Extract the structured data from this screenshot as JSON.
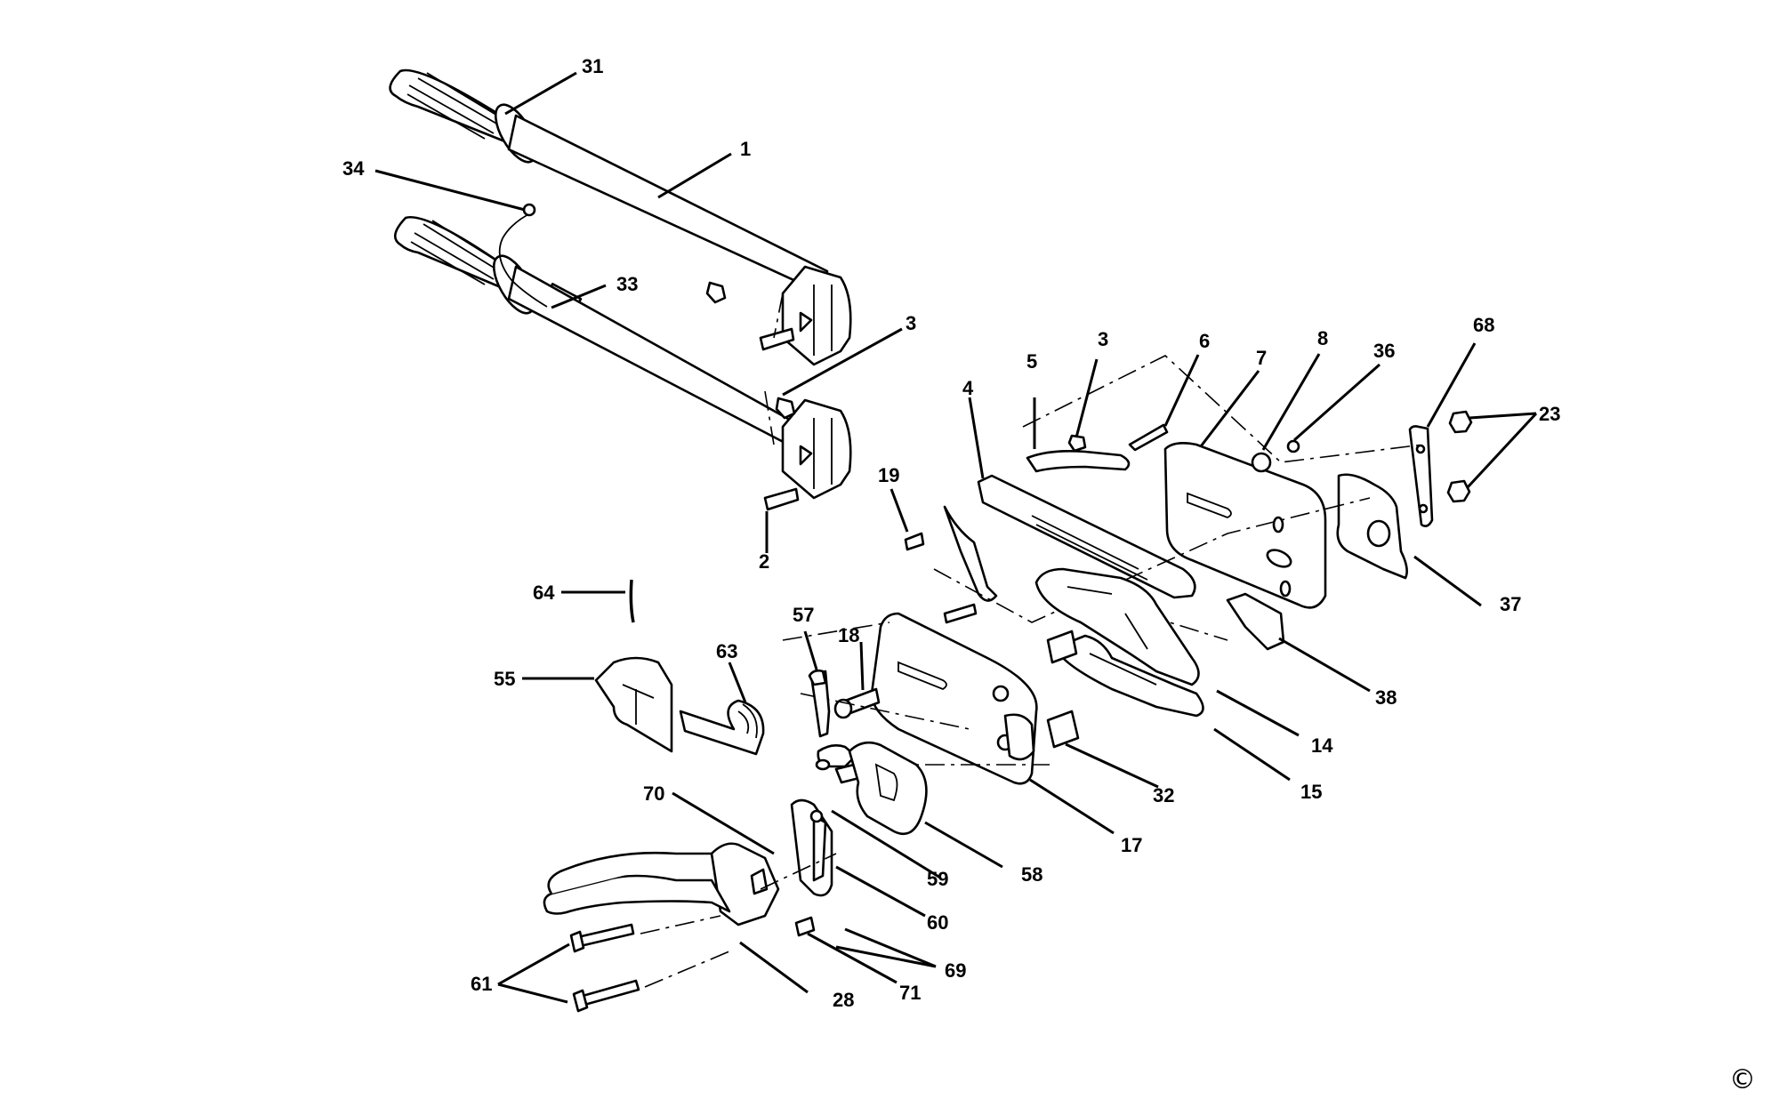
{
  "labels": {
    "l1": "1",
    "l2": "2",
    "l3a": "3",
    "l3b": "3",
    "l4": "4",
    "l5": "5",
    "l6": "6",
    "l7": "7",
    "l8": "8",
    "l14": "14",
    "l15": "15",
    "l17": "17",
    "l18": "18",
    "l19": "19",
    "l23": "23",
    "l28": "28",
    "l31": "31",
    "l32": "32",
    "l33": "33",
    "l34": "34",
    "l36": "36",
    "l37": "37",
    "l38": "38",
    "l55": "55",
    "l57": "57",
    "l58": "58",
    "l59": "59",
    "l60": "60",
    "l61": "61",
    "l63": "63",
    "l64": "64",
    "l68": "68",
    "l69": "69",
    "l70": "70",
    "l71": "71"
  },
  "copyright": "©"
}
